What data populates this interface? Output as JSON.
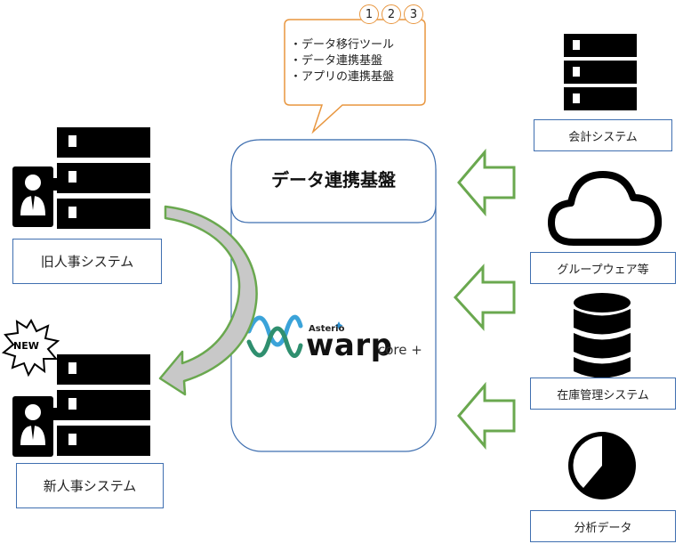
{
  "callout": {
    "numbers": [
      "1",
      "2",
      "3"
    ],
    "items": [
      "・データ移行ツール",
      "・データ連携基盤",
      "・アプリの連携基盤"
    ]
  },
  "platform": {
    "title": "データ連携基盤",
    "brand": {
      "asterio": "Asterio",
      "warp": "warp",
      "core": "core +"
    }
  },
  "left": {
    "old_hr": "旧人事システム",
    "new_hr": "新人事システム",
    "new_badge": "NEW"
  },
  "right": {
    "accounting": "会計システム",
    "groupware": "グループウェア等",
    "inventory": "在庫管理システム",
    "analytics": "分析データ"
  },
  "colors": {
    "arrow_green": "#6aa84f",
    "box_border": "#3f6fb0",
    "callout_orange": "#e8963f"
  }
}
